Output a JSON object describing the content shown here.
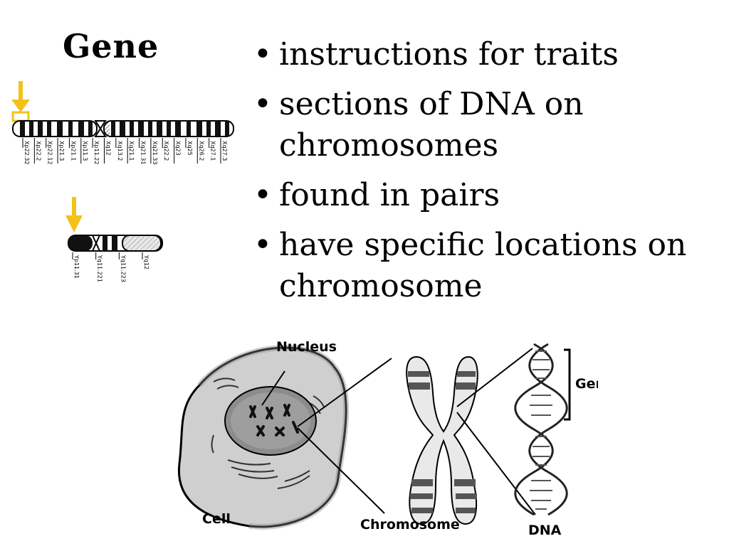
{
  "slide": {
    "title": "Gene",
    "bullets": [
      "instructions for traits",
      "sections of DNA on chromosomes",
      "found in pairs",
      "have specific locations on chromosome"
    ]
  },
  "x_chromosome": {
    "labels": [
      "Xp22.32",
      "Xp22.2",
      "Xp22.12",
      "Xp21.3",
      "Xp21.1",
      "Xp11.3",
      "Xp11.22",
      "Xq12",
      "Xq13.2",
      "Xq21.1",
      "Xq21.31",
      "Xq21.33",
      "Xq22.2",
      "Xq23",
      "Xq25",
      "Xq26.2",
      "Xq27.1",
      "Xq27.3"
    ]
  },
  "y_chromosome": {
    "labels": [
      "Yp11.31",
      "Yq11.221",
      "Yq11.223",
      "Yq12"
    ]
  },
  "diagram": {
    "nucleus_label": "Nucleus",
    "cell_label": "Cell",
    "chromosome_label": "Chromosome",
    "gene_label": "Gene",
    "dna_label": "DNA"
  },
  "colors": {
    "marker": "#f2c21b",
    "band": "#111111"
  }
}
